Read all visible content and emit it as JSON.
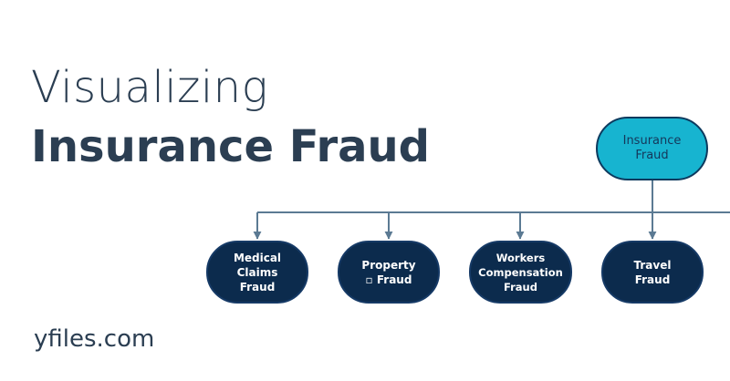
{
  "heading": {
    "line1": "Visualizing",
    "line2": "Insurance Fraud"
  },
  "brand": "yfiles.com",
  "colors": {
    "text_dark": "#2b3e52",
    "root_fill": "#17b4d0",
    "root_stroke": "#0d3a5e",
    "child_fill": "#0c2b4d",
    "child_stroke": "#163a66",
    "edge": "#5b7a93"
  },
  "diagram": {
    "root": {
      "label": "Insurance\nFraud"
    },
    "children": [
      {
        "label": "Medical\nClaims\nFraud"
      },
      {
        "label": "Property\n▫ Fraud"
      },
      {
        "label": "Workers\nCompensation\nFraud"
      },
      {
        "label": "Travel\nFraud"
      }
    ]
  }
}
